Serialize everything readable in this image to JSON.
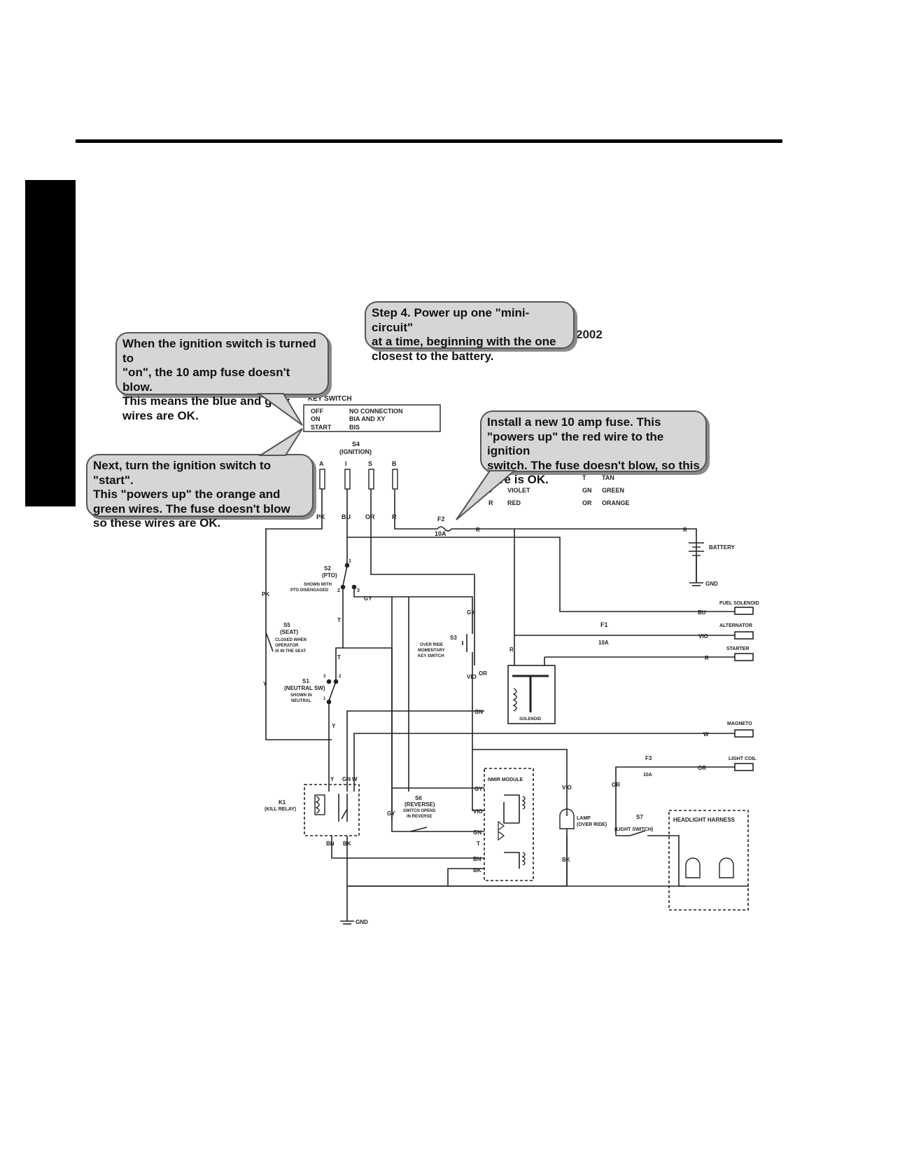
{
  "callouts": {
    "step4": [
      "Step 4. Power up one \"mini-circuit\"",
      "at a time, beginning with the one",
      "closest to the battery."
    ],
    "ignition_on": [
      "When the ignition switch is turned to",
      "\"on\", the 10 amp fuse doesn't blow.",
      "This means the blue and gray",
      "wires are OK."
    ],
    "ignition_start": [
      "Next, turn the ignition switch to \"start\".",
      "This \"powers up\" the orange and",
      "green wires. The fuse doesn't blow",
      "so these wires are OK."
    ],
    "new_fuse": [
      "Install a new 10 amp fuse. This",
      "\"powers up\" the red wire to the ignition",
      "switch. The fuse doesn't blow, so this",
      "wire is OK."
    ]
  },
  "diagram": {
    "year": "2002",
    "key_switch": {
      "title": "KEY SWITCH",
      "rows": [
        {
          "pos": "OFF",
          "conn": "NO CONNECTION"
        },
        {
          "pos": "ON",
          "conn": "BIA   AND   XY"
        },
        {
          "pos": "START",
          "conn": "BIS"
        }
      ]
    },
    "ignition": {
      "id": "S4",
      "name": "(IGNITION)",
      "terminals": [
        "A",
        "I",
        "S",
        "B"
      ],
      "wires": [
        "PK",
        "BU",
        "OR",
        "R"
      ]
    },
    "legend": [
      {
        "code": "W",
        "name": ""
      },
      {
        "code": "V",
        "name": "VIOLET"
      },
      {
        "code": "R",
        "name": "RED"
      },
      {
        "code": "T",
        "name": "TAN"
      },
      {
        "code": "GN",
        "name": "GREEN"
      },
      {
        "code": "OR",
        "name": "ORANGE"
      }
    ],
    "fuses": {
      "f2": {
        "id": "F2",
        "rating": "10A"
      },
      "f1": {
        "id": "F1",
        "rating": "10A"
      },
      "f3": {
        "id": "F3",
        "rating": "10A"
      }
    },
    "battery": {
      "label": "BATTERY",
      "gnd": "GND"
    },
    "connectors": {
      "fuel": "FUEL SOLENOID",
      "alternator": "ALTERNATOR",
      "starter": "STARTER",
      "magneto": "MAGNETO",
      "light_coil": "LIGHT COIL"
    },
    "switches": {
      "s2": {
        "id": "S2",
        "name": "(PTO)",
        "note": [
          "SHOWN WITH",
          "PTO DISENGAGED"
        ],
        "pins": [
          "1",
          "2",
          "3"
        ]
      },
      "s5": {
        "id": "S5",
        "name": "(SEAT)",
        "note": [
          "CLOSED WHEN",
          "OPERATOR",
          "IS IN THE SEAT"
        ]
      },
      "s1": {
        "id": "S1",
        "name": "(NEUTRAL SW)",
        "note": [
          "SHOWN IN",
          "NEUTRAL"
        ],
        "pins": [
          "3",
          "2",
          "1"
        ]
      },
      "s3": {
        "id": "S3",
        "note": [
          "OVER RIDE",
          "MOMENTARY",
          "KEY SWITCH"
        ]
      },
      "s6": {
        "id": "S6",
        "name": "(REVERSE)",
        "note": [
          "SWITCH OPENS",
          "IN REVERSE"
        ]
      },
      "s7": {
        "id": "S7",
        "name": "(LIGHT SWITCH)"
      }
    },
    "solenoid": "SOLENOID",
    "relay": {
      "id": "K1",
      "name": "(KILL RELAY)"
    },
    "nmir": "NMIR MODULE",
    "lamp": [
      "LAMP",
      "(OVER RIDE)"
    ],
    "headlight": "HEADLIGHT HARNESS",
    "ground": "GND",
    "wire_labels": {
      "pk": "PK",
      "bu": "BU",
      "or": "OR",
      "r": "R",
      "gy": "GY",
      "t": "T",
      "y": "Y",
      "gn": "GN",
      "w": "W",
      "vio": "VIO",
      "bn": "BN",
      "bk": "BK"
    }
  }
}
